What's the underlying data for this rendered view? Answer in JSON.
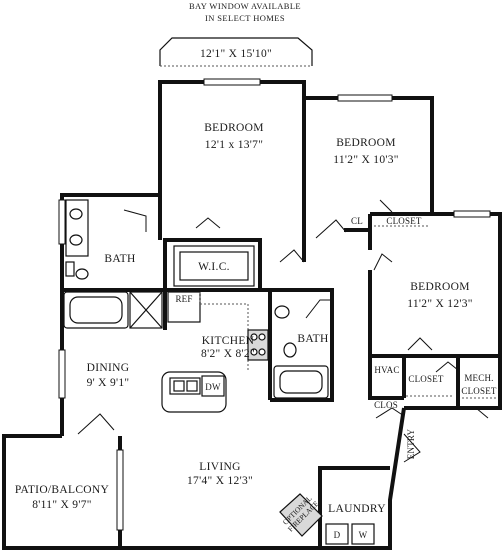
{
  "bay_window": {
    "note_line1": "BAY WINDOW AVAILABLE",
    "note_line2": "IN SELECT HOMES",
    "dimensions": "12'1\" X 15'10\""
  },
  "rooms": {
    "bedroom1": {
      "name": "BEDROOM",
      "dimensions": "12'1 x 13'7\""
    },
    "bedroom2": {
      "name": "BEDROOM",
      "dimensions": "11'2\" X 10'3\""
    },
    "bedroom3": {
      "name": "BEDROOM",
      "dimensions": "11'2\" X 12'3\""
    },
    "bath1": {
      "name": "BATH"
    },
    "bath2": {
      "name": "BATH"
    },
    "wic": {
      "name": "W.I.C."
    },
    "kitchen": {
      "name": "KITCHEN",
      "dimensions": "8'2\" X 8'2\""
    },
    "dining": {
      "name": "DINING",
      "dimensions": "9' X 9'1\""
    },
    "living": {
      "name": "LIVING",
      "dimensions": "17'4\" X 12'3\""
    },
    "patio": {
      "name": "PATIO/BALCONY",
      "dimensions": "8'11\" X 9'7\""
    },
    "laundry": {
      "name": "LAUNDRY"
    }
  },
  "labels": {
    "cl": "CL",
    "closet_top": "CLOSET",
    "closet_mid": "CLOSET",
    "hvac": "HVAC",
    "clos": "CLOS",
    "mech_line1": "MECH.",
    "mech_line2": "CLOSET",
    "ref": "REF",
    "dw": "DW",
    "entry": "ENTRY",
    "fireplace_line1": "OPTIONAL",
    "fireplace_line2": "FIREPLACE",
    "dryer": "D",
    "washer": "W"
  }
}
